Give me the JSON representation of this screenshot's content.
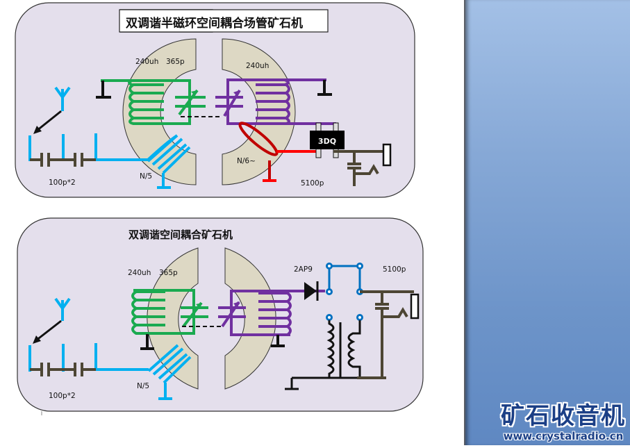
{
  "diagram1": {
    "title": "双调谐半磁环空间耦合场管矿石机",
    "labels": {
      "primary_coil": "240uh",
      "primary_cap": "365p",
      "secondary_coil": "240uh",
      "antenna_tap": "N/5",
      "gate_tap": "N/6~",
      "series_caps": "100p*2",
      "transistor": "3DQ",
      "bypass_cap": "5100p"
    }
  },
  "diagram2": {
    "title": "双调谐空间耦合矿石机",
    "labels": {
      "primary_coil": "240uh",
      "primary_cap": "365p",
      "antenna_tap": "N/5",
      "series_caps": "100p*2",
      "diode": "2AP9",
      "bypass_cap": "5100p"
    }
  },
  "brand": {
    "title": "矿石收音机",
    "url": "www.crystalradio.cn"
  },
  "colors": {
    "panel_bg": "#e4dfec",
    "core": "#ddd8c4",
    "primary_coil": "#1aaa50",
    "secondary_coil": "#7030a0",
    "antenna": "#00b0f0",
    "gate": "#e00000",
    "earphone": "#4d4634",
    "switch": "#0070c0"
  }
}
